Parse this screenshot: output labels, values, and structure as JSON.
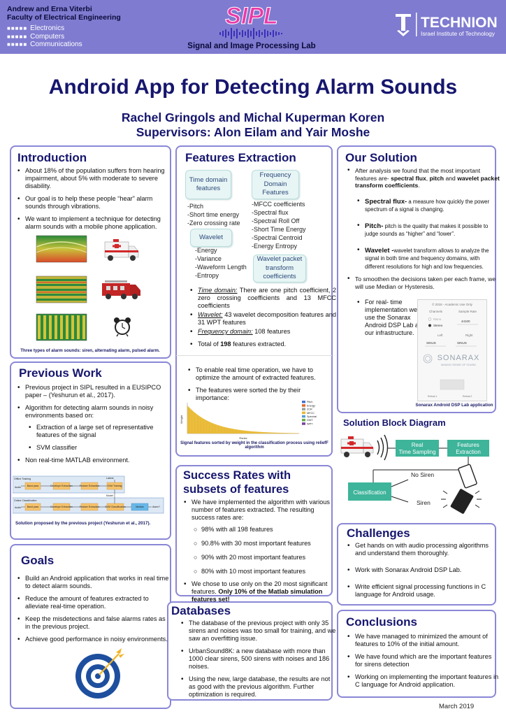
{
  "header": {
    "university_line1": "Andrew and Erna Viterbi",
    "university_line2": "Faculty of Electrical Engineering",
    "dept_squares": "■■■■■",
    "dept_items": [
      "Electronics",
      "Computers",
      "Communications"
    ],
    "sipl_logo_text": "SIPL",
    "lab_name": "Signal and Image Processing Lab",
    "technion_name": "TECHNION",
    "technion_sub": "Israel Institute of Technology"
  },
  "title": "Android App for Detecting Alarm Sounds",
  "authors": "Rachel Gringols and Michal Kuperman Koren",
  "supervisors": "Supervisors: Alon Eilam and Yair Moshe",
  "introduction": {
    "heading": "Introduction",
    "bullets": [
      "About 18% of the population suffers from hearing impairment, about 5% with moderate to severe disability.",
      "Our goal is to help these people “hear” alarm sounds through vibrations.",
      "We want to implement a technique for detecting alarm sounds with a mobile phone application."
    ],
    "caption": "Three types of alarm sounds: siren, alternating alarm, pulsed alarm."
  },
  "previous_work": {
    "heading": "Previous Work",
    "bullet1": "Previous project in SIPL resulted in a EUSIPCO paper – (Yeshurun et al., 2017).",
    "bullet2": "Algorithm for detecting alarm sounds in noisy environments based on:",
    "sub1": "Extraction of a large set of representative features of the signal",
    "sub2": "SVM classifier",
    "bullet3": "Non real-time MATLAB environment.",
    "diagram": {
      "offline_label": "Offline Training",
      "online_label": "Online Classification",
      "labels_label": "Labels",
      "model_label": "Model",
      "audio": "Audio",
      "bandpass": "Band pass",
      "envelope": "Envelope Extraction",
      "feature": "Feature Extraction",
      "svm_train": "SVM Training",
      "svm_class": "SVM Classification",
      "median": "Median",
      "alarm": "Alarm?"
    },
    "caption": "Solution proposed by the previous project (Yeshurun et al., 2017)."
  },
  "goals": {
    "heading": "Goals",
    "bullets": [
      "Build an Android application that works in real time to detect alarm sounds.",
      "Reduce the amount of features extracted to alleviate real-time operation.",
      "Keep the misdetections and false alarms rates as in the previous project.",
      "Achieve good performance in noisy environments."
    ]
  },
  "features": {
    "heading": "Features Extraction",
    "time_box": "Time domain features",
    "time_list": "-Pitch\n-Short time energy\n-Zero crossing rate",
    "freq_box": "Frequency Domain Features",
    "freq_list": "-MFCC coefficients\n-Spectral flux\n-Spectral Roll Off\n-Short Time Energy\n-Spectral Centroid\n-Energy Entropy",
    "wavelet_box": "Wavelet",
    "wavelet_list": "-Energy\n-Variance\n-Waveform Length\n-Entropy",
    "wpt_box": "Wavelet packet transform coefficients",
    "b1_label": "Time domain:",
    "b1_text": " There are one pitch coefficient, 2 zero crossing coefficients and 13 MFCC coefficients",
    "b2_label": "Wavelet:",
    "b2_text": " 43 wavelet decomposition features and 31 WPT features",
    "b3_label": "Frequency domain:",
    "b3_text": " 108 features",
    "total_pre": "Total of ",
    "total_num": "198",
    "total_post": " features extracted.",
    "rt1": "To enable real time operation, we have to optimize the amount of extracted features.",
    "rt2": "The features were sorted the by their importance:",
    "legend": [
      "Pitch",
      "Energy",
      "ZCR",
      "MFCC",
      "Spectral",
      "DWT",
      "WPT"
    ],
    "chart_xlabel": "Ranks",
    "chart_ylabel": "Weight",
    "caption": "Signal features sorted by weight in the classification process using reliefF algorithm"
  },
  "success": {
    "heading1": "Success Rates with",
    "heading2": "subsets of features",
    "intro": "We have implemented the algorithm with various number of features extracted. The resulting success rates are:",
    "rates": [
      "98% with all 198 features",
      "90.8% with 30 most important features",
      "90% with 20 most important features",
      "80% with 10 most important features"
    ],
    "choice_pre": "We chose to use only on the 20 most significant features. ",
    "choice_bold": "Only 10% of the Matlab simulation features set!"
  },
  "databases": {
    "heading": "Databases",
    "bullets": [
      "The database of the previous project with only 35 sirens and noises was too small for training, and we saw an overfitting issue.",
      "UrbanSound8K: a new database with more than 1000 clear sirens, 500 sirens with noises and 186 noises.",
      "Using the new, large database, the results are not as good with the previous algorithm. Further optimization is required."
    ]
  },
  "solution": {
    "heading": "Our Solution",
    "b1_pre": "After analysis we found that the most important features are- ",
    "b1_bold": "spectral flux",
    "b1_mid": ", ",
    "b1_bold2": "pitch",
    "b1_mid2": " and ",
    "b1_bold3": "wavelet packet transform coefficients",
    "b1_end": ".",
    "flux_bold": "Spectral flux-",
    "flux_text": " a measure how quickly the power spectrum of a signal is changing.",
    "pitch_bold": "Pitch-",
    "pitch_text": " pitch is the quality that makes it possible to judge sounds as “higher” and “lower”.",
    "wavelet_bold": "Wavelet -",
    "wavelet_text": "wavelet transform allows to analyze the signal in both time and frequency domains, with different resolutions for high and low frequencies.",
    "smooth": "To smoothen the decisions taken per each frame, we will use Median or Hysteresis.",
    "realtime": "For real- time implementation we use the Sonarax Android DSP Lab as our infrastructure.",
    "app": {
      "top": "© 2018 - Academic Use Only",
      "channels": "Channels",
      "sample_rate": "Sample Rate",
      "mono": "Mono",
      "stereo": "Stereo",
      "rate_value": "44100",
      "left": "Left",
      "right": "Right",
      "sinus_l": "SINUS",
      "sinus_r": "SINUS",
      "brand": "SONARAX",
      "tagline": "MAKING SENSE OF SOUND",
      "start": "START",
      "ch1": "Refnal 1",
      "ch2": "Refnal 2"
    },
    "caption": "Sonarax Android DSP Lab application"
  },
  "block_diagram": {
    "heading": "Solution Block Diagram",
    "realtime": "Real Time Sampling",
    "features": "Features Extraction",
    "classification": "Classification",
    "no_siren": "No Siren",
    "siren": "Siren"
  },
  "challenges": {
    "heading": "Challenges",
    "bullets": [
      "Get hands on with audio processing algorithms and understand them thoroughly.",
      "Work with Sonarax Android DSP Lab.",
      "Write efficient signal processing functions in C language for Android usage."
    ]
  },
  "conclusions": {
    "heading": "Conclusions",
    "bullets": [
      "We have managed to minimized the amount of features to 10% of the initial amount.",
      "We have found which are the important features for sirens detection",
      "Working on implementing the important features in C language for Android application."
    ]
  },
  "date": "March 2019",
  "colors": {
    "header_bg": "#7f7bd0",
    "title": "#16166e",
    "panel_border": "#8a87d6",
    "accent_green": "#3eb49a"
  }
}
